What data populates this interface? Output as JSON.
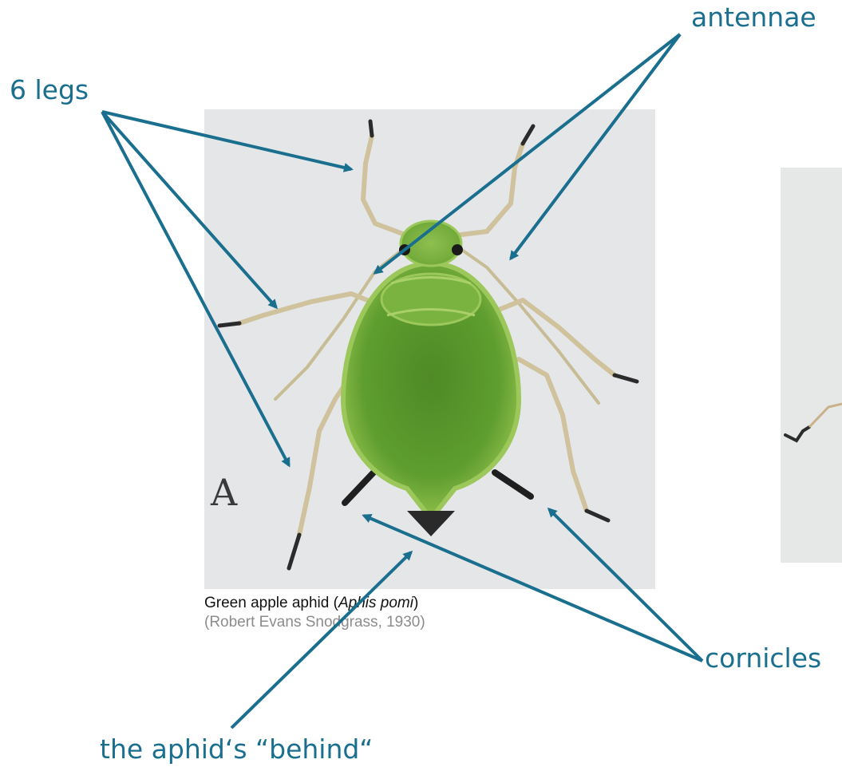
{
  "labels": {
    "legs": "6 legs",
    "antennae": "antennae",
    "cornicles": "cornicles",
    "behind": "the aphid‘s “behind“"
  },
  "caption": {
    "name_prefix": "Green apple aphid (",
    "name_latin": "Aphis pomi",
    "name_suffix": ")",
    "credit": "(Robert Evans Snodgrass, 1930)"
  },
  "panel_letter": "A",
  "colors": {
    "arrow": "#1a6f8f",
    "body_green": "#5a9a2e",
    "panel_bg": "#e4e6e8"
  }
}
